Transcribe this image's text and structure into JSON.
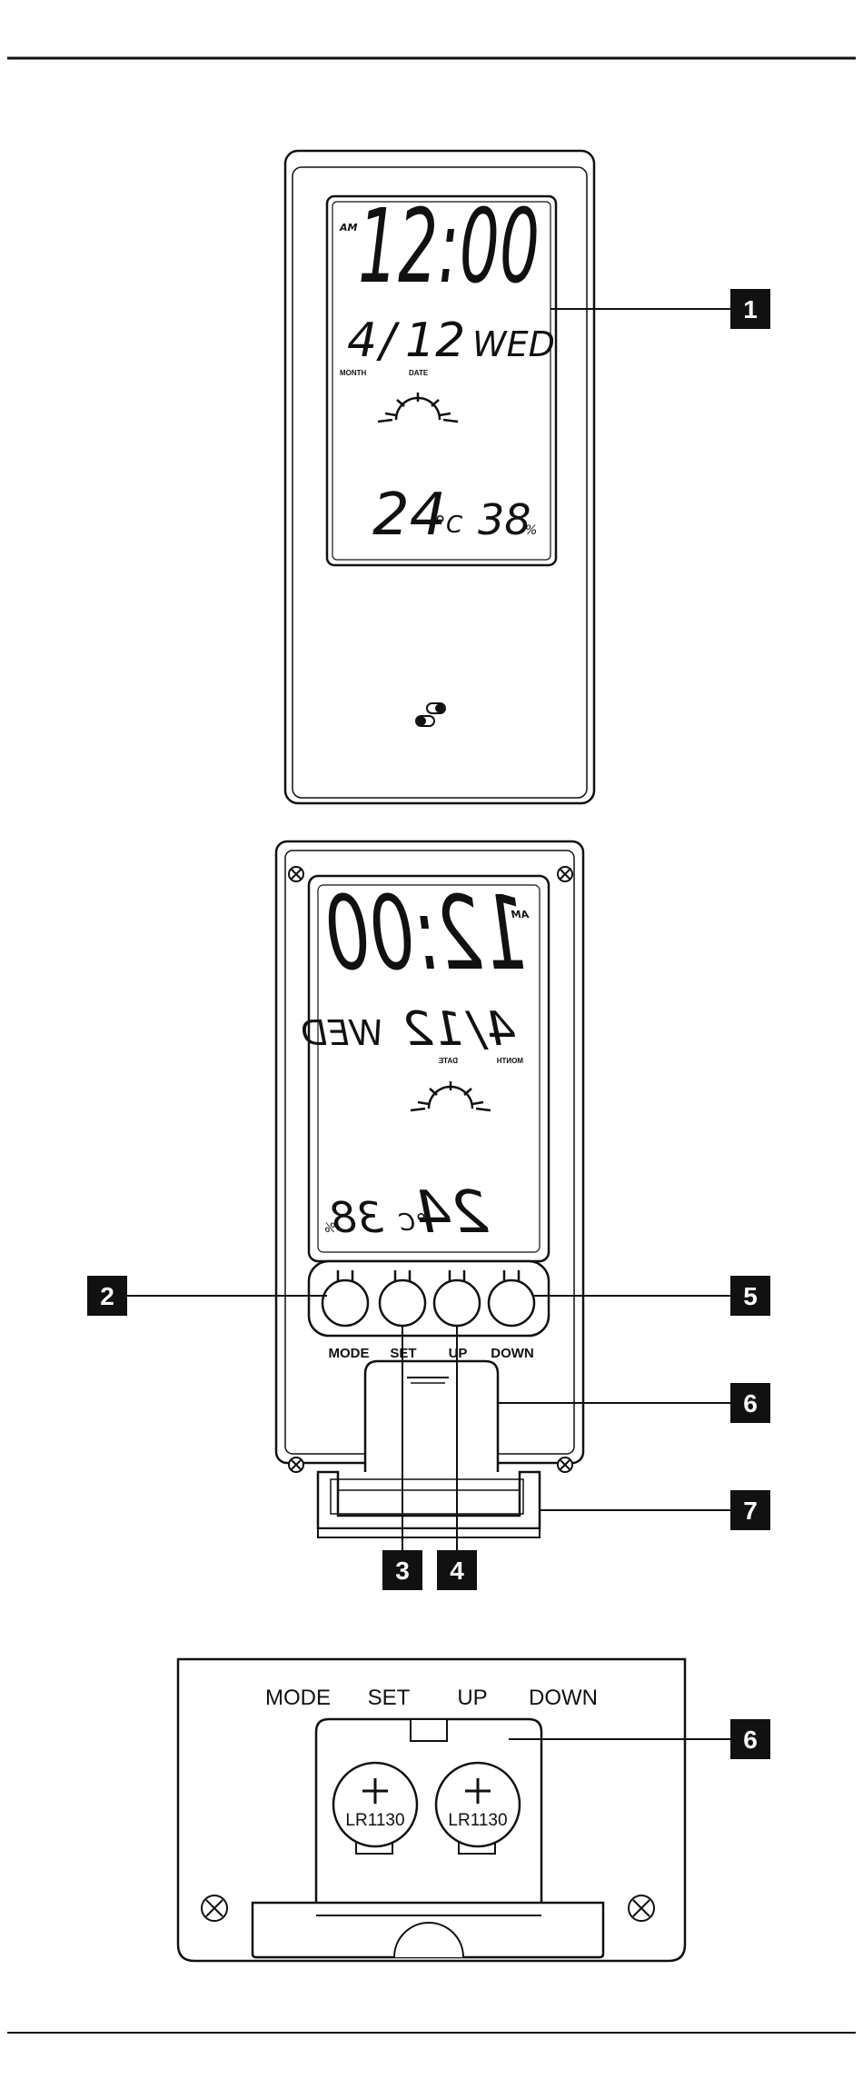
{
  "front": {
    "ampm": "AM",
    "time": "12:00",
    "month": "4",
    "slash": "/",
    "date": "12",
    "weekday": "WED",
    "month_label": "MONTH",
    "date_label": "DATE",
    "temp": "24",
    "temp_unit": "°C",
    "humidity": "38",
    "humidity_unit": "%"
  },
  "back": {
    "button_labels": [
      "MODE",
      "SET",
      "UP",
      "DOWN"
    ]
  },
  "battery": {
    "button_labels": [
      "MODE",
      "SET",
      "UP",
      "DOWN"
    ],
    "cells": [
      "LR1130",
      "LR1130"
    ]
  },
  "callouts": [
    "1",
    "2",
    "3",
    "4",
    "5",
    "6",
    "7",
    "6"
  ]
}
